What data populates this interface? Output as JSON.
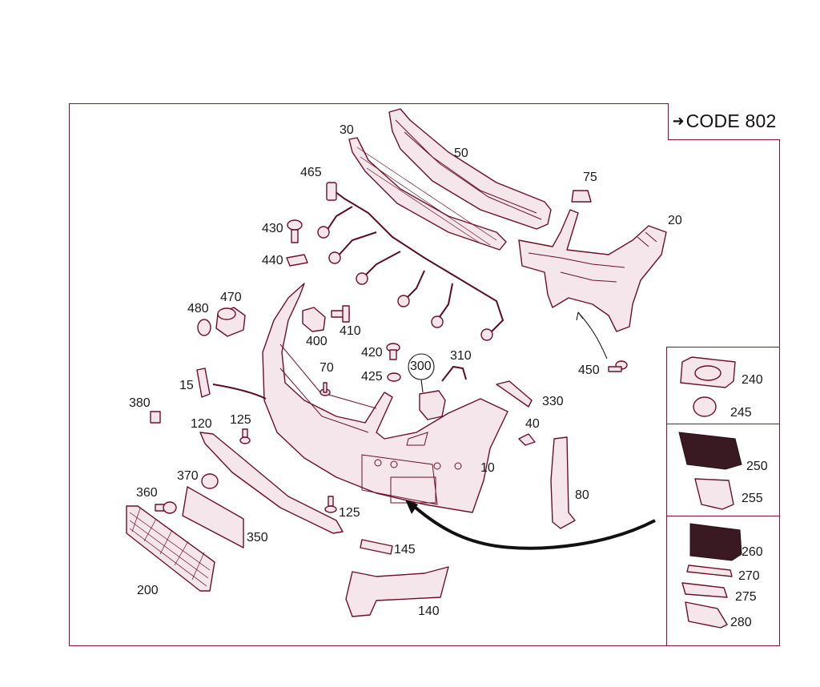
{
  "code_box": {
    "label": "CODE 802",
    "arrow": "➜"
  },
  "labels": {
    "l10": "10",
    "l15": "15",
    "l20": "20",
    "l30": "30",
    "l40": "40",
    "l50": "50",
    "l70": "70",
    "l75": "75",
    "l80": "80",
    "l120": "120",
    "l125a": "125",
    "l125b": "125",
    "l140": "140",
    "l145": "145",
    "l200": "200",
    "l240": "240",
    "l245": "245",
    "l250": "250",
    "l255": "255",
    "l260": "260",
    "l270": "270",
    "l275": "275",
    "l280": "280",
    "l300": "300",
    "l310": "310",
    "l330": "330",
    "l350": "350",
    "l360": "360",
    "l370": "370",
    "l380": "380",
    "l400": "400",
    "l410": "410",
    "l420": "420",
    "l425": "425",
    "l430": "430",
    "l440": "440",
    "l450": "450",
    "l465": "465",
    "l470": "470",
    "l480": "480"
  },
  "colors": {
    "frame": "#8a1030",
    "part_stroke": "#6e0f2a",
    "label_text": "#1a1a1a"
  }
}
